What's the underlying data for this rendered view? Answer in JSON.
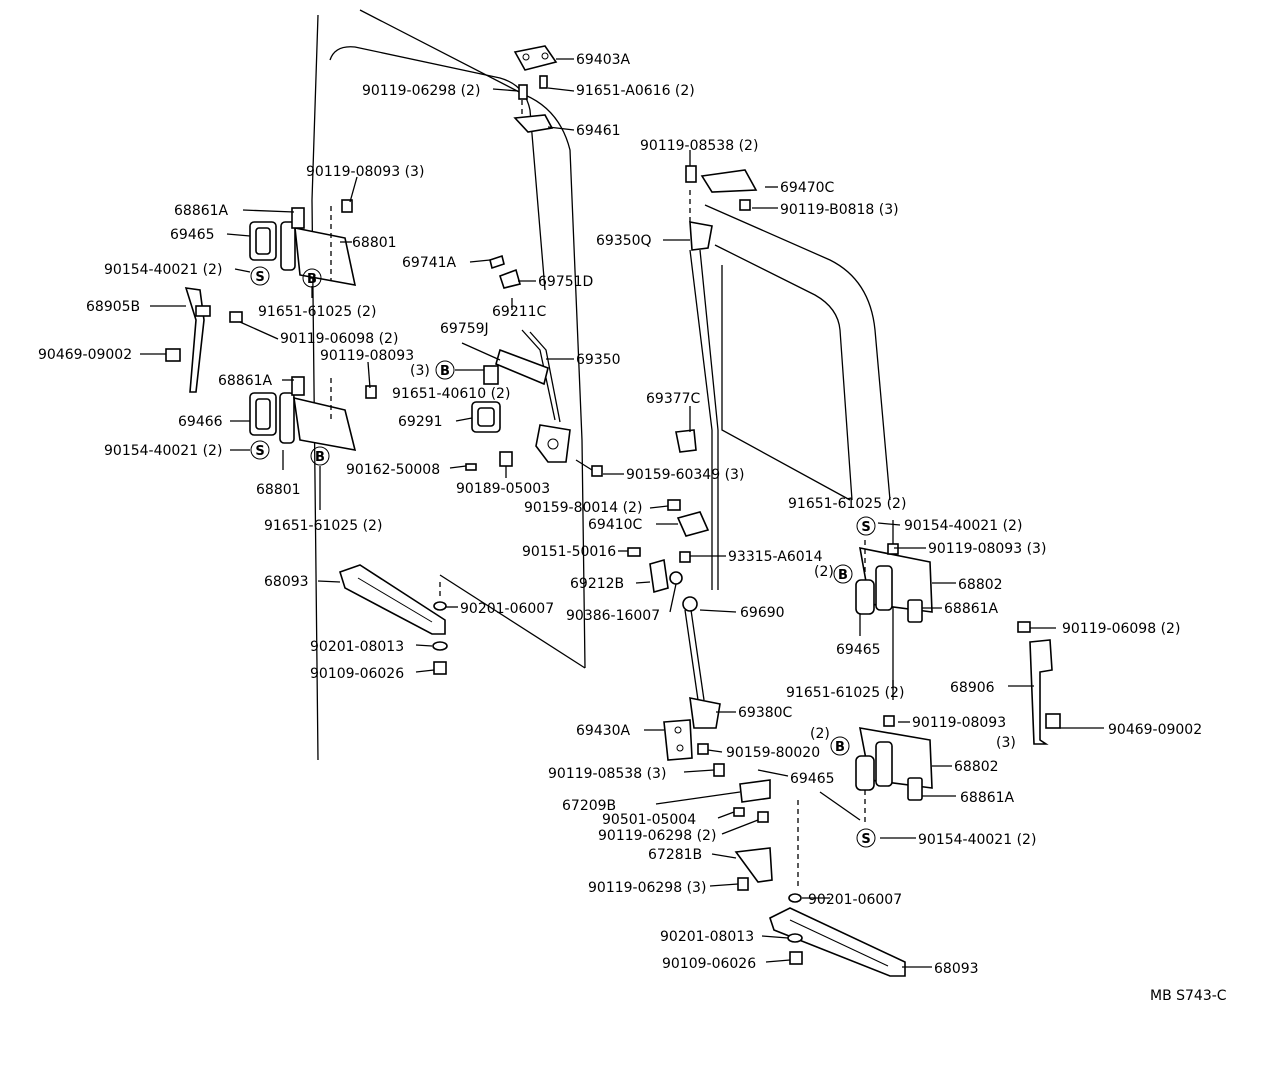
{
  "diagram_code": "MB S743-C",
  "labels": [
    "69403A",
    "90119-06298 (2)",
    "91651-A0616 (2)",
    "69461",
    "90119-08538 (2)",
    "69470C",
    "90119-B0818 (3)",
    "90119-08093 (3)",
    "68861A",
    "69465",
    "68801",
    "90154-40021 (2)",
    "69741A",
    "69751D",
    "68905B",
    "91651-61025 (2)",
    "69211C",
    "90119-06098 (2)",
    "69350Q",
    "69759J",
    "69350",
    "90469-09002",
    "90119-08093",
    "(3)",
    "91651-40610 (2)",
    "68861A",
    "69377C",
    "69466",
    "69291",
    "90154-40021 (2)",
    "68801",
    "90162-50008",
    "90159-60349 (3)",
    "90189-05003",
    "91651-61025 (2)",
    "90159-80014 (2)",
    "90154-40021 (2)",
    "91651-61025 (2)",
    "69410C",
    "90119-08093 (3)",
    "90151-50016",
    "93315-A6014",
    "(2)",
    "69212B",
    "68802",
    "68093",
    "90201-06007",
    "90386-16007",
    "69690",
    "68861A",
    "90119-06098 (2)",
    "90201-08013",
    "69465",
    "90109-06026",
    "68906",
    "91651-61025 (2)",
    "69380C",
    "90469-09002",
    "69430A",
    "90119-08093",
    "(2)",
    "(3)",
    "90159-80020",
    "69465",
    "68802",
    "90119-08538 (3)",
    "67209B",
    "68861A",
    "90501-05004",
    "90119-06298 (2)",
    "90154-40021 (2)",
    "67281B",
    "90119-06298 (3)",
    "90201-06007",
    "90201-08013",
    "68093",
    "90109-06026"
  ],
  "markers": [
    "S",
    "B",
    "S",
    "B",
    "B",
    "S",
    "B",
    "B",
    "S"
  ]
}
